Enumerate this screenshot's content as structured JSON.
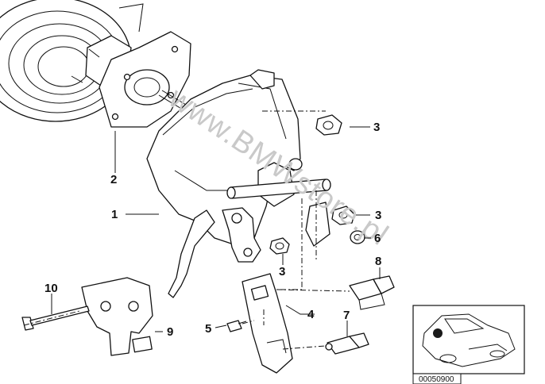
{
  "diagram": {
    "callouts": [
      "1",
      "2",
      "3",
      "3",
      "3",
      "4",
      "5",
      "6",
      "7",
      "8",
      "9",
      "10"
    ],
    "document_number": "00050900",
    "watermark": "www.BMWstore.pl",
    "colors": {
      "line": "#111111",
      "background": "#ffffff",
      "watermark": "#c9c9c9"
    },
    "icons": [
      "brake-booster-icon",
      "pedal-bracket-icon",
      "car-location-icon"
    ]
  }
}
